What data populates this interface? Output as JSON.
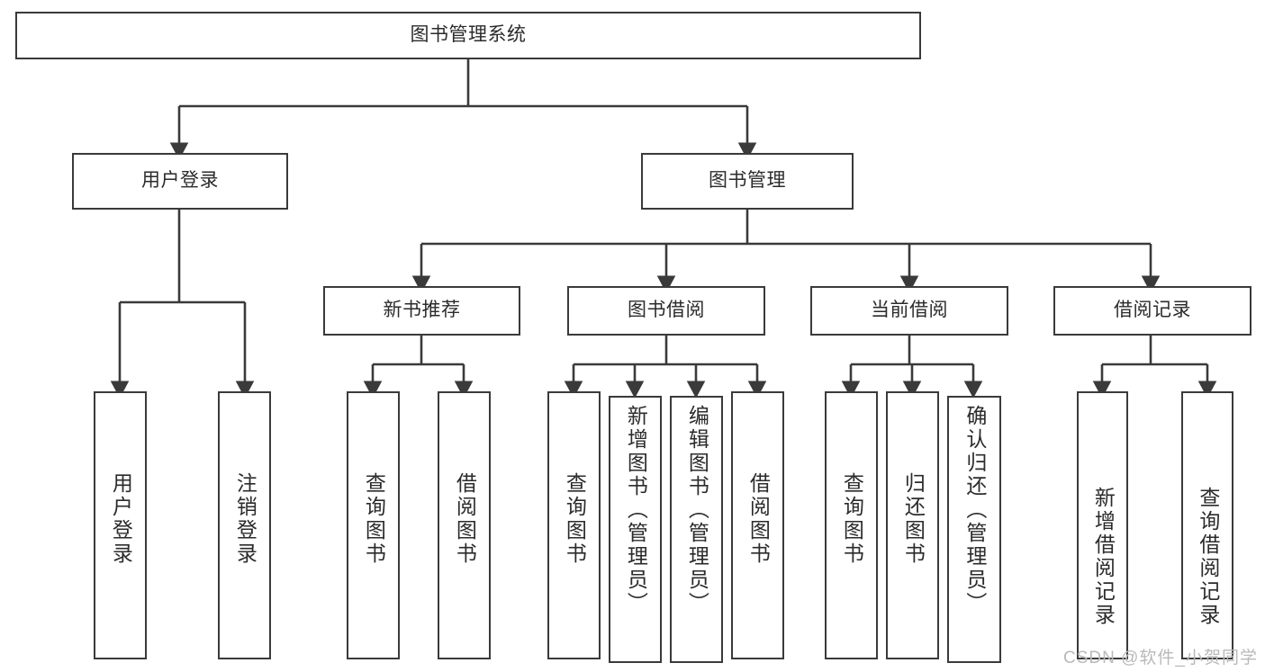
{
  "diagram": {
    "title": "图书管理系统",
    "type": "hierarchy-tree",
    "root": {
      "label": "图书管理系统"
    },
    "level2": [
      {
        "label": "用户登录"
      },
      {
        "label": "图书管理"
      }
    ],
    "level3": [
      {
        "label": "新书推荐"
      },
      {
        "label": "图书借阅"
      },
      {
        "label": "当前借阅"
      },
      {
        "label": "借阅记录"
      }
    ],
    "leaves": {
      "user_login": [
        {
          "label": "用户登录"
        },
        {
          "label": "注销登录"
        }
      ],
      "new_book_recommend": [
        {
          "label": "查询图书"
        },
        {
          "label": "借阅图书"
        }
      ],
      "book_borrow": [
        {
          "label": "查询图书"
        },
        {
          "label": "新增图书（管理员）"
        },
        {
          "label": "编辑图书（管理员）"
        },
        {
          "label": "借阅图书"
        }
      ],
      "current_borrow": [
        {
          "label": "查询图书"
        },
        {
          "label": "归还图书"
        },
        {
          "label": "确认归还（管理员）"
        }
      ],
      "borrow_record": [
        {
          "label": "新增借阅记录"
        },
        {
          "label": "查询借阅记录"
        }
      ]
    }
  },
  "watermark": {
    "text": "CSDN @软件_小贺同学"
  },
  "colors": {
    "stroke": "#3a3a3a",
    "text": "#2b2b2b",
    "background": "#ffffff",
    "watermark": "#b9b9b9"
  }
}
